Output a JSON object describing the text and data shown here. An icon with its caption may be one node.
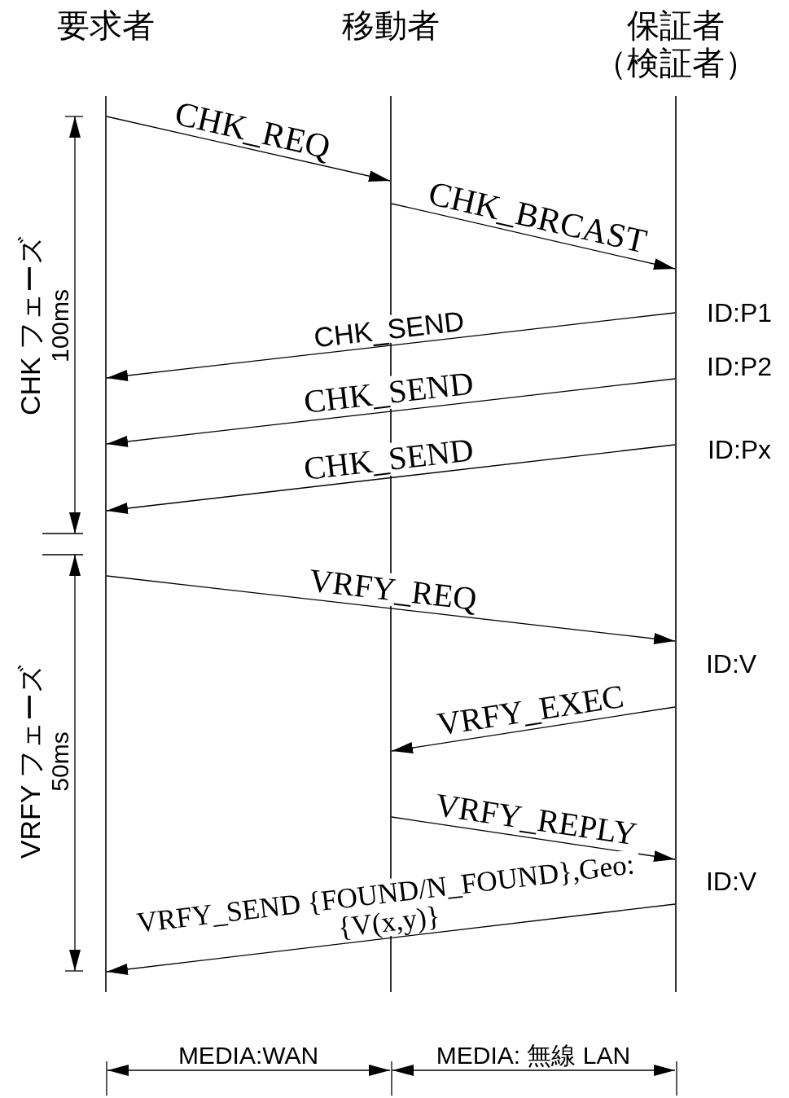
{
  "diagram": {
    "nodes": [
      {
        "text": [
          "要求者"
        ]
      },
      {
        "text": [
          "移動者"
        ]
      },
      {
        "text": [
          "保証者（検証者）"
        ]
      }
    ],
    "edges": [
      {
        "from": 0,
        "to": 1,
        "arrow": "to",
        "label": "CHK_REQ"
      },
      {
        "from": 1,
        "to": 2,
        "arrow": "to",
        "label": "CHK_BRCAST"
      },
      {
        "from": 2,
        "to": 0,
        "arrow": "to",
        "label": "CHK_SEND"
      },
      {
        "from": 2,
        "to": 0,
        "arrow": "to",
        "label": "CHK_SEND"
      },
      {
        "from": 2,
        "to": 0,
        "arrow": "to",
        "label": "CHK_SEND"
      },
      {
        "from": 0,
        "to": 2,
        "arrow": "to",
        "label": "VRFY_REQ"
      },
      {
        "from": 2,
        "to": 1,
        "arrow": "to",
        "label": "VRFY_EXEC"
      },
      {
        "from": 1,
        "to": 2,
        "arrow": "to",
        "label": "VRFY_REPLY"
      },
      {
        "from": 2,
        "to": 0,
        "arrow": "to",
        "label": "VRFY_SEND {FOUND/N_FOUND},Geo:{V(x,y)}"
      }
    ],
    "labels": [
      "CHK フェーズ",
      "100ms",
      "ID:P1",
      "ID:P2",
      "ID:Px",
      "VRFY フェーズ",
      "50ms",
      "ID:V",
      "ID:V",
      "MEDIA:WAN",
      "MEDIA: 無線 LAN"
    ]
  }
}
